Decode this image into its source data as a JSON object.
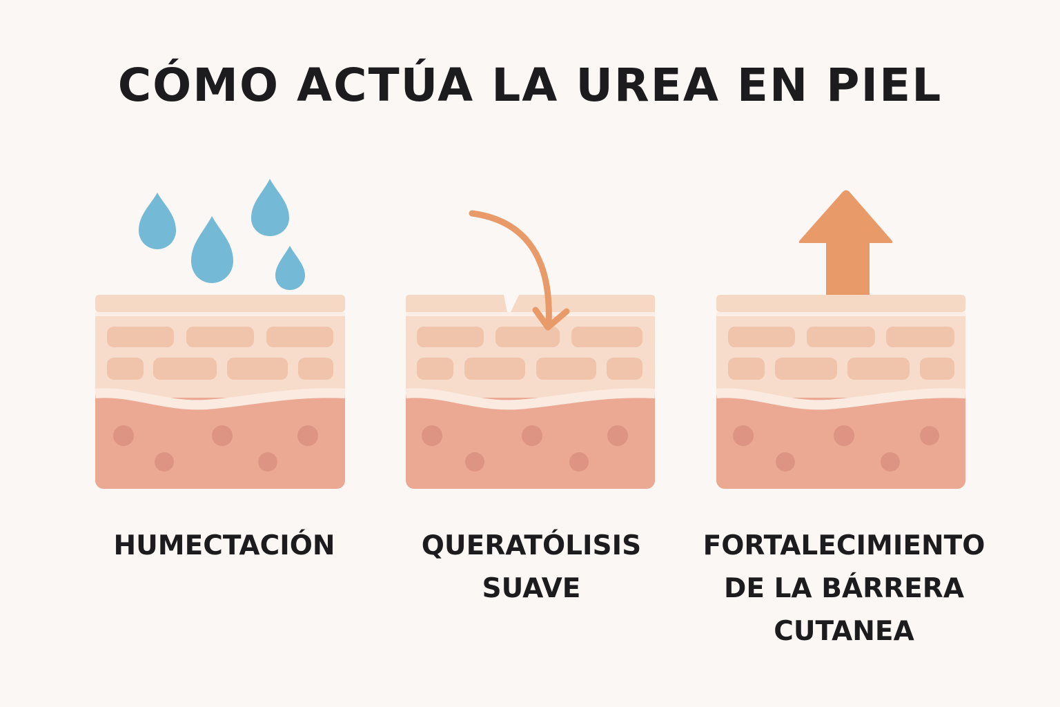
{
  "title": "CÓMO ACTÚA LA UREA EN PIEL",
  "panels": [
    {
      "label_lines": [
        "HUMECTACIÓN"
      ],
      "icon": "water-drops-icon"
    },
    {
      "label_lines": [
        "QUERATÓLISIS",
        "SUAVE"
      ],
      "icon": "curved-arrow-icon"
    },
    {
      "label_lines": [
        "FORTALECIMIENTO",
        "DE LA BÁRRERA",
        "CUTANEA"
      ],
      "icon": "up-arrow-icon"
    }
  ],
  "colors": {
    "background": "#fbf7f4",
    "drop": "#74b9d5",
    "arrow": "#e89a69",
    "skin_top": "#f6d9c5",
    "skin_epidermis": "#f7dccb",
    "skin_cell": "#efc4aa",
    "skin_dermis": "#eba892",
    "skin_dot": "#de9483",
    "text": "#1c1c1f"
  }
}
